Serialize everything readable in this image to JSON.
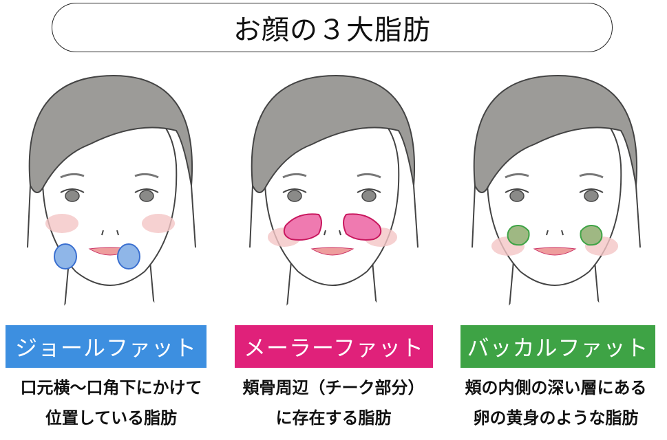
{
  "title": "お顔の３大脂肪",
  "panels": [
    {
      "label": "ジョールファット",
      "label_color": "#3d8fe0",
      "desc_line1": "口元横〜口角下にかけて",
      "desc_line2": "位置している脂肪",
      "fat_color": "#8fb6e8",
      "fat_stroke": "#3a6fd0"
    },
    {
      "label": "メーラーファット",
      "label_color": "#e0217a",
      "desc_line1": "頬骨周辺（チーク部分）",
      "desc_line2": "に存在する脂肪",
      "fat_color": "#ef7ab0",
      "fat_stroke": "#c8175e"
    },
    {
      "label": "バッカルファット",
      "label_color": "#3ea345",
      "desc_line1": "頬の内側の深い層にある",
      "desc_line2": "卵の黄身のような脂肪",
      "fat_color": "#9fb883",
      "fat_stroke": "#3ea345"
    }
  ]
}
